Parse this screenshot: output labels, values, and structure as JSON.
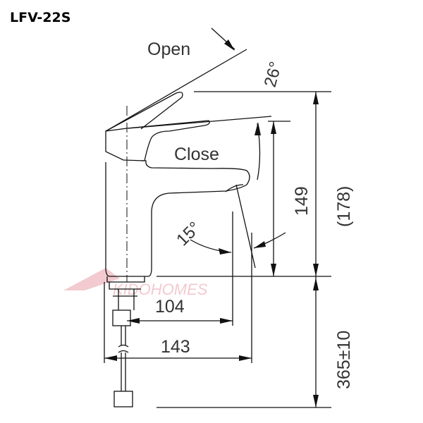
{
  "title": "LFV-22S",
  "labels": {
    "open": "Open",
    "close": "Close",
    "angle_open": "26°",
    "angle_spout": "15°",
    "dim_spout_height": "149",
    "dim_total_height": "(178)",
    "dim_hose_length": "365±10",
    "dim_spout_reach": "104",
    "dim_total_length": "143"
  },
  "watermark": "KIDOHOMES",
  "colors": {
    "line": "#111111",
    "watermark": "#e8a0a8"
  }
}
